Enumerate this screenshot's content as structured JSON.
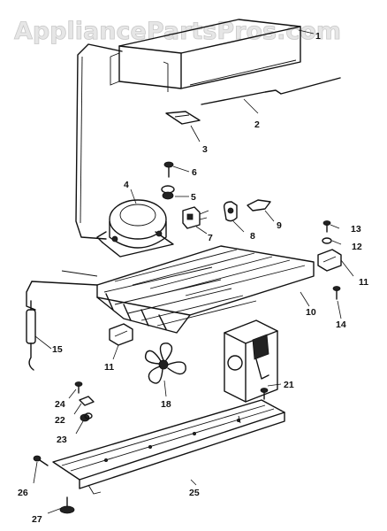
{
  "watermark": "AppliancePartsPros.com",
  "callouts": [
    {
      "id": "c1",
      "text": "1"
    },
    {
      "id": "c2",
      "text": "2"
    },
    {
      "id": "c3",
      "text": "3"
    },
    {
      "id": "c4",
      "text": "4"
    },
    {
      "id": "c5",
      "text": "5"
    },
    {
      "id": "c6",
      "text": "6"
    },
    {
      "id": "c7",
      "text": "7"
    },
    {
      "id": "c8",
      "text": "8"
    },
    {
      "id": "c9",
      "text": "9"
    },
    {
      "id": "c10",
      "text": "10"
    },
    {
      "id": "c11a",
      "text": "11"
    },
    {
      "id": "c11b",
      "text": "11"
    },
    {
      "id": "c12",
      "text": "12"
    },
    {
      "id": "c13",
      "text": "13"
    },
    {
      "id": "c14",
      "text": "14"
    },
    {
      "id": "c15",
      "text": "15"
    },
    {
      "id": "c18",
      "text": "18"
    },
    {
      "id": "c21",
      "text": "21"
    },
    {
      "id": "c22",
      "text": "22"
    },
    {
      "id": "c23",
      "text": "23"
    },
    {
      "id": "c24",
      "text": "24"
    },
    {
      "id": "c25",
      "text": "25"
    },
    {
      "id": "c26",
      "text": "26"
    },
    {
      "id": "c27",
      "text": "27"
    }
  ]
}
